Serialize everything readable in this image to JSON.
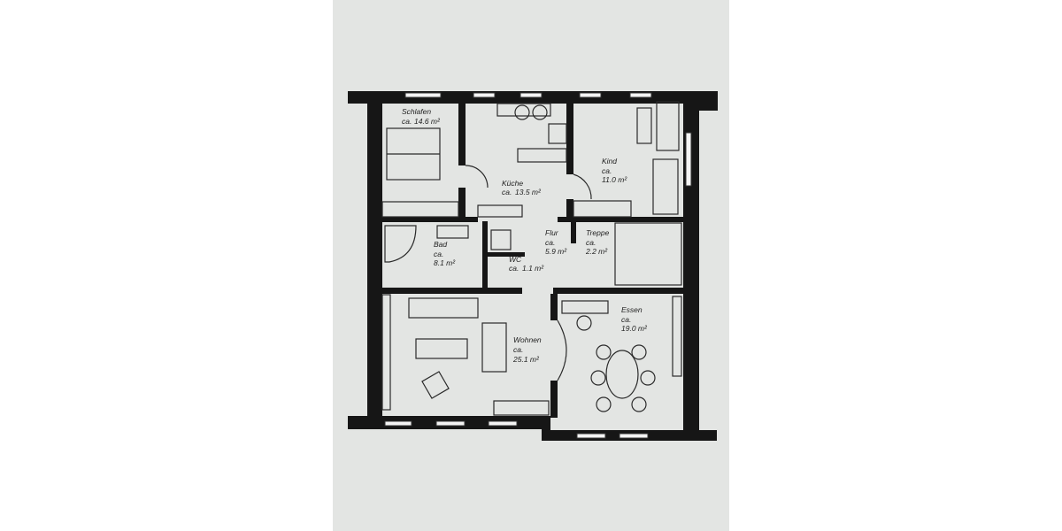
{
  "rooms": [
    {
      "name": "Schlafen",
      "prefix": "ca.",
      "area": "14.6 m²"
    },
    {
      "name": "Küche",
      "prefix": "ca.",
      "area": "13.5 m²"
    },
    {
      "name": "Kind",
      "prefix": "ca.",
      "area": "11.0 m²"
    },
    {
      "name": "Bad",
      "prefix": "ca.",
      "area": "8.1 m²"
    },
    {
      "name": "Flur",
      "prefix": "ca.",
      "area": "5.9 m²"
    },
    {
      "name": "WC",
      "prefix": "ca.",
      "area": "1.1 m²"
    },
    {
      "name": "Treppe",
      "prefix": "ca.",
      "area": "2.2 m²"
    },
    {
      "name": "Wohnen",
      "prefix": "ca.",
      "area": "25.1 m²"
    },
    {
      "name": "Essen",
      "prefix": "ca.",
      "area": "19.0 m²"
    }
  ],
  "colors": {
    "paper": "#e3e5e3",
    "walls": "#161616"
  }
}
